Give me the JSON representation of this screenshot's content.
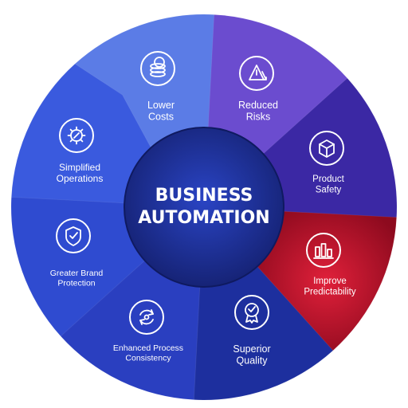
{
  "center": {
    "line1": "BUSINESS",
    "line2": "AUTOMATION"
  },
  "segments": [
    {
      "icon": "coins-icon",
      "lines": [
        "Lower",
        "Costs"
      ],
      "color": "#5b7ce6"
    },
    {
      "icon": "warning-down-arrow-icon",
      "lines": [
        "Reduced",
        "Risks"
      ],
      "color": "#6b4ccf"
    },
    {
      "icon": "box-icon",
      "lines": [
        "Product",
        "Safety"
      ],
      "color": "#3b28a4"
    },
    {
      "icon": "bar-chart-icon",
      "lines": [
        "Improve",
        "Predictability"
      ],
      "color": "#c8102e"
    },
    {
      "icon": "award-ribbon-icon",
      "lines": [
        "Superior",
        "Quality"
      ],
      "color": "#1d2f9e"
    },
    {
      "icon": "refresh-cycle-icon",
      "lines": [
        "Enhanced Process",
        "Consistency"
      ],
      "color": "#2a3fc0"
    },
    {
      "icon": "shield-check-icon",
      "lines": [
        "Greater Brand",
        "Protection"
      ],
      "color": "#2f4bd0"
    },
    {
      "icon": "gear-wrench-icon",
      "lines": [
        "Simplified",
        "Operations"
      ],
      "color": "#3a5ade"
    }
  ],
  "colors": {
    "center": "#1c2f9a",
    "center_edge": "#15237a"
  }
}
